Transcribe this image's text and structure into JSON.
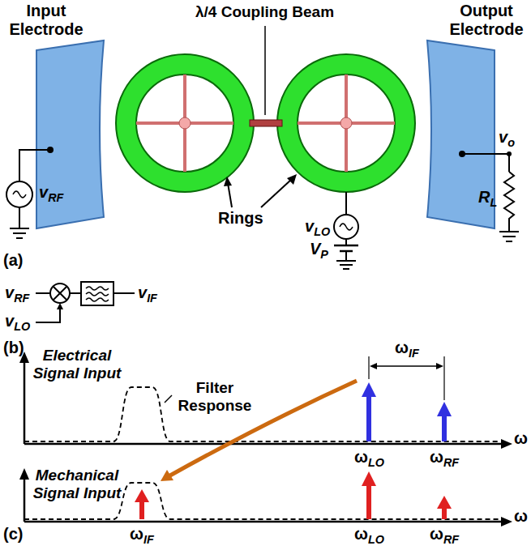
{
  "diagram": {
    "nodes": [
      {
        "text": [
          "Input Electrode"
        ]
      },
      {
        "text": [
          "Output Electrode"
        ]
      }
    ],
    "labels": [
      "λ/4 Coupling Beam",
      "Rings",
      "vRF",
      "vLO",
      "VP",
      "vo",
      "RL",
      "(a)",
      "vRF",
      "vLO",
      "vIF",
      "(b)",
      "ωIF",
      "Electrical Signal Input",
      "Filter Response",
      "ωLO",
      "ωRF",
      "ω",
      "Mechanical Signal Input",
      "ωIF",
      "ωLO",
      "ωRF",
      "ω",
      "(c)"
    ]
  }
}
